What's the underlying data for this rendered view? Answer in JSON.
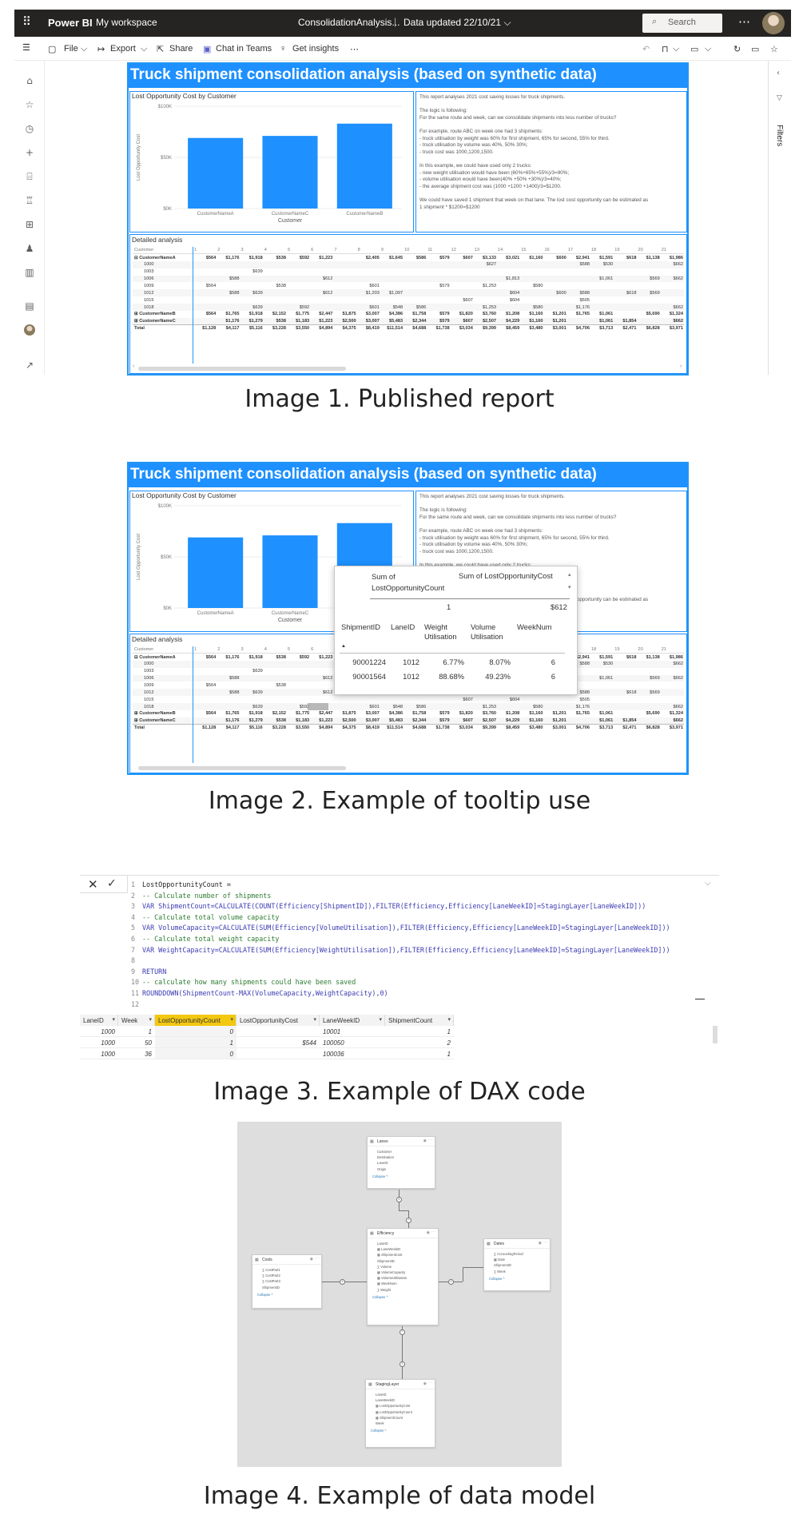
{
  "app": {
    "brand": "Power BI",
    "workspace": "My workspace",
    "report_name": "ConsolidationAnalysis...",
    "data_updated": "Data updated 22/10/21",
    "search_placeholder": "Search",
    "more": "⋯"
  },
  "toolbar": {
    "file": "File",
    "export": "Export",
    "share": "Share",
    "chat": "Chat in Teams",
    "insights": "Get insights",
    "more": "⋯"
  },
  "filters_label": "Filters",
  "report": {
    "title": "Truck shipment consolidation analysis (based on synthetic data)",
    "chart_title": "Lost Opportunity Cost by Customer",
    "table_title": "Detailed analysis",
    "description": [
      "This report analyses 2021 cost saving losses for truck shipments.",
      "",
      "The logic is following:",
      "For the same route and week, can we consolidate shipments into less number of trucks?",
      "",
      "For example, route ABC on week one had 3 shipments:",
      " - truck utilisation by weight was 60% for first shipment, 65% for second, 55% for third.",
      " - truck utilisation by volume was 40%, 50% 30%;",
      " - truck cost was 1000,1200,1500.",
      "",
      "In this example, we could have used only 2 trucks:",
      " - new weight utilisation would have been (60%+65%+55%)/3=90%;",
      " - volume  utilisation would have been(40% +50% +30%)/3=40%;",
      " - the average shipment cost was (1000 +1200 +1400)/3=$1200.",
      "",
      "We could have saved 1 shipment that week on that lane. The lost cost opportunity can be estimated as",
      "1 shipment * $1200=$1200"
    ],
    "table": {
      "header": [
        "Customer",
        "1",
        "2",
        "3",
        "4",
        "5",
        "6",
        "7",
        "8",
        "9",
        "10",
        "11",
        "12",
        "13",
        "14",
        "15",
        "16",
        "17",
        "18",
        "19",
        "20",
        "21"
      ],
      "rows": [
        {
          "style": "bold",
          "cells": [
            "⊟  CustomerNameA",
            "$564",
            "$1,176",
            "$1,918",
            "$538",
            "$592",
            "$1,223",
            "",
            "$2,405",
            "$1,645",
            "$586",
            "$579",
            "$607",
            "$3,133",
            "$3,021",
            "$1,160",
            "$600",
            "$2,941",
            "$1,591",
            "$618",
            "$1,138",
            "$1,986"
          ]
        },
        {
          "style": "",
          "cells": [
            "1000",
            "",
            "",
            "",
            "",
            "",
            "",
            "",
            "",
            "",
            "",
            "",
            "",
            "$627",
            "",
            "",
            "",
            "$588",
            "$530",
            "",
            "",
            "$662"
          ]
        },
        {
          "style": "",
          "cells": [
            "1003",
            "",
            "",
            "$639",
            "",
            "",
            "",
            "",
            "",
            "",
            "",
            "",
            "",
            "",
            "",
            "",
            "",
            "",
            "",
            "",
            "",
            ""
          ]
        },
        {
          "style": "",
          "cells": [
            "1006",
            "",
            "$588",
            "",
            "",
            "",
            "$612",
            "",
            "",
            "",
            "",
            "",
            "",
            "",
            "$1,813",
            "",
            "",
            "",
            "$1,061",
            "",
            "$569",
            "$662"
          ]
        },
        {
          "style": "",
          "cells": [
            "1009",
            "$564",
            "",
            "",
            "$538",
            "",
            "",
            "",
            "$601",
            "",
            "",
            "$579",
            "",
            "$1,253",
            "",
            "$580",
            "",
            "",
            "",
            "",
            "",
            ""
          ]
        },
        {
          "style": "",
          "cells": [
            "1012",
            "",
            "$588",
            "$639",
            "",
            "",
            "$612",
            "",
            "$1,203",
            "$1,097",
            "",
            "",
            "",
            "",
            "$604",
            "",
            "$600",
            "$588",
            "",
            "$618",
            "$569",
            ""
          ]
        },
        {
          "style": "",
          "cells": [
            "1015",
            "",
            "",
            "",
            "",
            "",
            "",
            "",
            "",
            "",
            "",
            "",
            "$607",
            "",
            "$604",
            "",
            "",
            "$505",
            "",
            "",
            "",
            ""
          ]
        },
        {
          "style": "",
          "cells": [
            "1018",
            "",
            "",
            "$639",
            "",
            "$592",
            "",
            "",
            "$601",
            "$548",
            "$586",
            "",
            "",
            "$1,253",
            "",
            "$580",
            "",
            "$1,176",
            "",
            "",
            "",
            "$662"
          ]
        },
        {
          "style": "bold",
          "cells": [
            "⊞  CustomerNameB",
            "$564",
            "$1,765",
            "$1,918",
            "$2,152",
            "$1,775",
            "$2,447",
            "$1,875",
            "$3,007",
            "$4,386",
            "$1,758",
            "$579",
            "$1,820",
            "$3,760",
            "$1,208",
            "$1,160",
            "$1,201",
            "$1,765",
            "$1,061",
            "",
            "$5,690",
            "$1,324"
          ]
        },
        {
          "style": "bold",
          "cells": [
            "⊞  CustomerNameC",
            "",
            "$1,176",
            "$1,279",
            "$538",
            "$1,183",
            "$1,223",
            "$2,500",
            "$3,007",
            "$5,483",
            "$2,344",
            "$579",
            "$607",
            "$2,507",
            "$4,229",
            "$1,160",
            "$1,201",
            "",
            "$1,061",
            "$1,854",
            "",
            "$662"
          ]
        },
        {
          "style": "tot",
          "cells": [
            "Total",
            "$1,128",
            "$4,117",
            "$5,116",
            "$3,228",
            "$3,550",
            "$4,894",
            "$4,375",
            "$8,419",
            "$11,514",
            "$4,688",
            "$1,738",
            "$3,034",
            "$9,399",
            "$8,459",
            "$3,480",
            "$3,001",
            "$4,706",
            "$3,713",
            "$2,471",
            "$6,828",
            "$3,971"
          ]
        }
      ]
    }
  },
  "chart_data": {
    "type": "bar",
    "title": "Lost Opportunity Cost by Customer",
    "categories": [
      "CustomerNameA",
      "CustomerNameC",
      "CustomerNameB"
    ],
    "values": [
      69000,
      71000,
      83000
    ],
    "xlabel": "Customer",
    "ylabel": "Lost Opportunity Cost",
    "ylim": [
      0,
      100000
    ],
    "yticks": [
      "$0K",
      "$50K",
      "$100K"
    ],
    "colors": {
      "bar": "#1e90ff"
    }
  },
  "tooltip": {
    "sum_count_label": "Sum of LostOpportunityCount",
    "sum_cost_label": "Sum of LostOpportunityCost",
    "sum_count": "1",
    "sum_cost": "$612",
    "columns": [
      "ShipmentID",
      "LaneID",
      "Weight Utilisation",
      "Volume Utilisation",
      "WeekNum"
    ],
    "rows": [
      [
        "90001224",
        "1012",
        "6.77%",
        "8.07%",
        "6"
      ],
      [
        "90001564",
        "1012",
        "88.68%",
        "49.23%",
        "6"
      ]
    ]
  },
  "dax": {
    "lines": [
      {
        "n": "1",
        "t": "LostOpportunityCount ="
      },
      {
        "n": "2",
        "t": "-- Calculate number of shipments"
      },
      {
        "n": "3",
        "t": "VAR ShipmentCount=CALCULATE(COUNT(Efficiency[ShipmentID]),FILTER(Efficiency,Efficiency[LaneWeekID]=StagingLayer[LaneWeekID]))"
      },
      {
        "n": "4",
        "t": "-- Calculate total volume capacity"
      },
      {
        "n": "5",
        "t": "VAR VolumeCapacity=CALCULATE(SUM(Efficiency[VolumeUtilisation]),FILTER(Efficiency,Efficiency[LaneWeekID]=StagingLayer[LaneWeekID]))"
      },
      {
        "n": "6",
        "t": "-- Calculate total weight capacity"
      },
      {
        "n": "7",
        "t": "VAR WeightCapacity=CALCULATE(SUM(Efficiency[WeightUtilisation]),FILTER(Efficiency,Efficiency[LaneWeekID]=StagingLayer[LaneWeekID]))"
      },
      {
        "n": "8",
        "t": ""
      },
      {
        "n": "9",
        "t": "RETURN"
      },
      {
        "n": "10",
        "t": "-- calculate how many shipments could have been saved"
      },
      {
        "n": "11",
        "t": "ROUNDDOWN(ShipmentCount-MAX(VolumeCapacity,WeightCapacity),0)"
      },
      {
        "n": "12",
        "t": ""
      }
    ],
    "grid_headers": [
      "LaneID",
      "Week",
      "LostOpportunityCount",
      "LostOpportunityCost",
      "LaneWeekID",
      "ShipmentCount"
    ],
    "grid_rows": [
      [
        "1000",
        "1",
        "0",
        "",
        "10001",
        "1"
      ],
      [
        "1000",
        "50",
        "1",
        "$544",
        "100050",
        "2"
      ],
      [
        "1000",
        "36",
        "0",
        "",
        "100036",
        "1"
      ]
    ]
  },
  "model": {
    "lanes": {
      "name": "Lanes",
      "fields": [
        "Customer",
        "Destination",
        "LaneID",
        "Origin"
      ],
      "collapse": "Collapse ^"
    },
    "costs": {
      "name": "Costs",
      "fields": [
        "∑ CostPart1",
        "∑ CostPart2",
        "∑ CostPart3",
        "ShipmentID"
      ],
      "collapse": "Collapse ^"
    },
    "efficiency": {
      "name": "Efficiency",
      "fields": [
        "LaneID",
        "▦ LaneWeekID",
        "▦ ShipmentCost",
        "ShipmentID",
        "∑ Volume",
        "▦ VolumeCapacity",
        "▦ VolumeUtilisation",
        "▦ WeekNum",
        "∑ Weight"
      ],
      "collapse": "Collapse ^"
    },
    "dates": {
      "name": "Dates",
      "fields": [
        "∑ AccountingPeriod",
        "▦ Date",
        "ShipmentID",
        "∑ Week"
      ],
      "collapse": "Collapse ^"
    },
    "staging": {
      "name": "StagingLayer",
      "fields": [
        "LaneID",
        "LaneWeekID",
        "▦ LostOpportunityCost",
        "▦ LostOpportunityCount",
        "▦ ShipmentCount",
        "Week"
      ],
      "collapse": "Collapse ^"
    }
  },
  "captions": {
    "img1": "Image 1. Published report",
    "img2": "Image 2. Example of tooltip use",
    "img3": "Image 3. Example of DAX code",
    "img4": "Image 4. Example of data model"
  }
}
